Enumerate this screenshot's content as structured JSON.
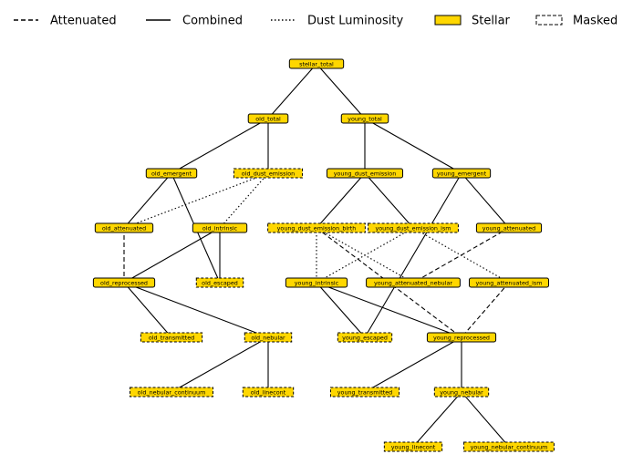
{
  "legend": [
    {
      "label": "Attenuated",
      "style": "dashed-line"
    },
    {
      "label": "Combined",
      "style": "solid-line"
    },
    {
      "label": "Dust Luminosity",
      "style": "dotted-line"
    },
    {
      "label": "Stellar",
      "style": "filled-box"
    },
    {
      "label": "Masked",
      "style": "dashed-box"
    }
  ],
  "colors": {
    "node_fill": "#FFD700",
    "edge": "#000000",
    "background": "#FFFFFF"
  },
  "nodes": [
    {
      "id": "stellar_total",
      "label": "stellar_total",
      "masked": false
    },
    {
      "id": "old_total",
      "label": "old_total",
      "masked": false
    },
    {
      "id": "young_total",
      "label": "young_total",
      "masked": false
    },
    {
      "id": "old_emergent",
      "label": "old_emergent",
      "masked": false
    },
    {
      "id": "old_dust_emission",
      "label": "old_dust_emission",
      "masked": true
    },
    {
      "id": "young_dust_emission",
      "label": "young_dust_emission",
      "masked": false
    },
    {
      "id": "young_emergent",
      "label": "young_emergent",
      "masked": false
    },
    {
      "id": "old_attenuated",
      "label": "old_attenuated",
      "masked": false
    },
    {
      "id": "old_intrinsic",
      "label": "old_intrinsic",
      "masked": false
    },
    {
      "id": "young_dust_emission_birth",
      "label": "young_dust_emission_birth",
      "masked": true
    },
    {
      "id": "young_dust_emission_ism",
      "label": "young_dust_emission_ism",
      "masked": true
    },
    {
      "id": "young_attenuated",
      "label": "young_attenuated",
      "masked": false
    },
    {
      "id": "old_reprocessed",
      "label": "old_reprocessed",
      "masked": false
    },
    {
      "id": "old_escaped",
      "label": "old_escaped",
      "masked": true
    },
    {
      "id": "young_intrinsic",
      "label": "young_intrinsic",
      "masked": false
    },
    {
      "id": "young_attenuated_nebular",
      "label": "young_attenuated_nebular",
      "masked": false
    },
    {
      "id": "young_attenuated_ism",
      "label": "young_attenuated_ism",
      "masked": false
    },
    {
      "id": "old_transmitted",
      "label": "old_transmitted",
      "masked": true
    },
    {
      "id": "old_nebular",
      "label": "old_nebular",
      "masked": true
    },
    {
      "id": "young_escaped",
      "label": "young_escaped",
      "masked": true
    },
    {
      "id": "young_reprocessed",
      "label": "young_reprocessed",
      "masked": false
    },
    {
      "id": "old_nebular_continuum",
      "label": "old_nebular_continuum",
      "masked": true
    },
    {
      "id": "old_linecont",
      "label": "old_linecont",
      "masked": true
    },
    {
      "id": "young_transmitted",
      "label": "young_transmitted",
      "masked": true
    },
    {
      "id": "young_nebular",
      "label": "young_nebular",
      "masked": true
    },
    {
      "id": "young_linecont",
      "label": "young_linecont",
      "masked": true
    },
    {
      "id": "young_nebular_continuum",
      "label": "young_nebular_continuum",
      "masked": true
    }
  ],
  "edges": [
    {
      "from": "stellar_total",
      "to": "old_total",
      "type": "combined"
    },
    {
      "from": "stellar_total",
      "to": "young_total",
      "type": "combined"
    },
    {
      "from": "old_total",
      "to": "old_emergent",
      "type": "combined"
    },
    {
      "from": "old_total",
      "to": "old_dust_emission",
      "type": "combined"
    },
    {
      "from": "young_total",
      "to": "young_dust_emission",
      "type": "combined"
    },
    {
      "from": "young_total",
      "to": "young_emergent",
      "type": "combined"
    },
    {
      "from": "old_emergent",
      "to": "old_attenuated",
      "type": "combined"
    },
    {
      "from": "old_emergent",
      "to": "old_escaped",
      "type": "combined"
    },
    {
      "from": "old_dust_emission",
      "to": "old_attenuated",
      "type": "dust"
    },
    {
      "from": "old_dust_emission",
      "to": "old_intrinsic",
      "type": "dust"
    },
    {
      "from": "young_dust_emission",
      "to": "young_dust_emission_birth",
      "type": "combined"
    },
    {
      "from": "young_dust_emission",
      "to": "young_dust_emission_ism",
      "type": "combined"
    },
    {
      "from": "young_emergent",
      "to": "young_attenuated",
      "type": "combined"
    },
    {
      "from": "young_emergent",
      "to": "young_escaped",
      "type": "combined"
    },
    {
      "from": "old_attenuated",
      "to": "old_reprocessed",
      "type": "attenuated"
    },
    {
      "from": "old_intrinsic",
      "to": "old_reprocessed",
      "type": "combined"
    },
    {
      "from": "old_intrinsic",
      "to": "old_escaped",
      "type": "combined"
    },
    {
      "from": "young_dust_emission_birth",
      "to": "young_intrinsic",
      "type": "dust"
    },
    {
      "from": "young_dust_emission_birth",
      "to": "young_attenuated_nebular",
      "type": "dust"
    },
    {
      "from": "young_dust_emission_ism",
      "to": "young_intrinsic",
      "type": "dust"
    },
    {
      "from": "young_dust_emission_ism",
      "to": "young_attenuated_ism",
      "type": "dust"
    },
    {
      "from": "young_attenuated",
      "to": "young_attenuated_nebular",
      "type": "attenuated"
    },
    {
      "from": "old_reprocessed",
      "to": "old_transmitted",
      "type": "combined"
    },
    {
      "from": "old_reprocessed",
      "to": "old_nebular",
      "type": "combined"
    },
    {
      "from": "young_intrinsic",
      "to": "young_escaped",
      "type": "combined"
    },
    {
      "from": "young_intrinsic",
      "to": "young_reprocessed",
      "type": "combined"
    },
    {
      "from": "young_attenuated_ism",
      "to": "young_reprocessed",
      "type": "attenuated"
    },
    {
      "from": "young_dust_emission_birth",
      "to": "young_reprocessed",
      "type": "attenuated"
    },
    {
      "from": "old_nebular",
      "to": "old_nebular_continuum",
      "type": "combined"
    },
    {
      "from": "old_nebular",
      "to": "old_linecont",
      "type": "combined"
    },
    {
      "from": "young_reprocessed",
      "to": "young_transmitted",
      "type": "combined"
    },
    {
      "from": "young_reprocessed",
      "to": "young_nebular",
      "type": "combined"
    },
    {
      "from": "young_nebular",
      "to": "young_linecont",
      "type": "combined"
    },
    {
      "from": "young_nebular",
      "to": "young_nebular_continuum",
      "type": "combined"
    }
  ]
}
